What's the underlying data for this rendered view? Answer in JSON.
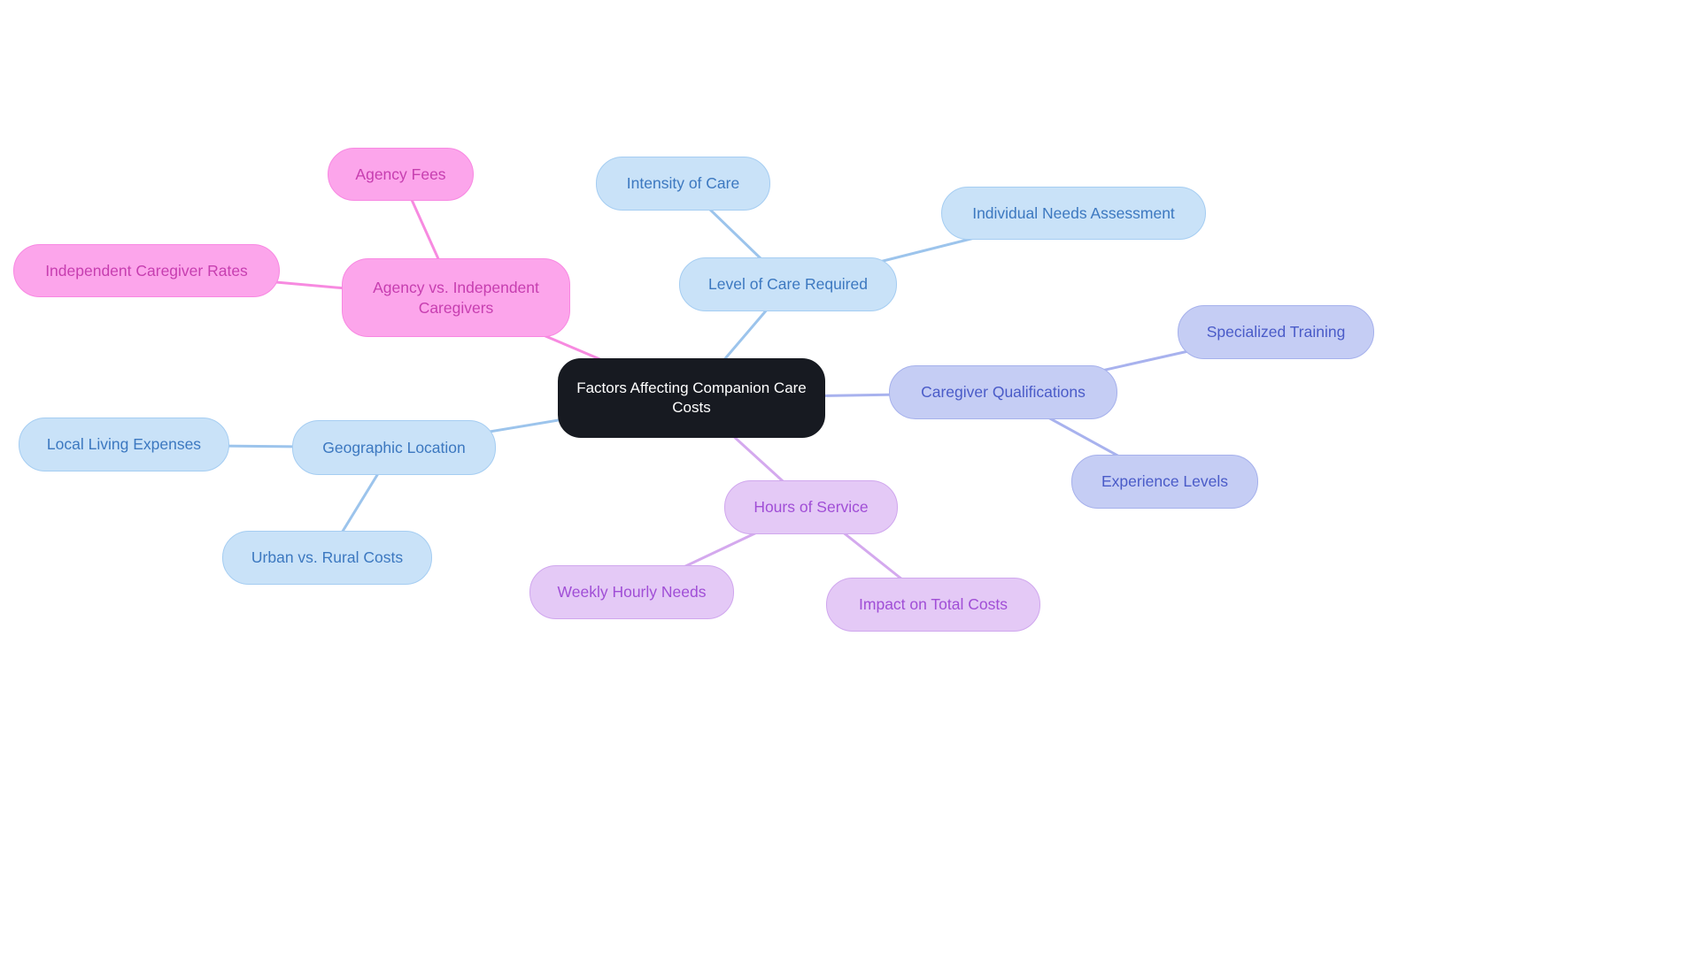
{
  "diagram": {
    "type": "mindmap",
    "central": {
      "label": "Factors Affecting Companion Care Costs"
    },
    "branches": [
      {
        "name": "agency-vs-independent",
        "label": "Agency vs. Independent Caregivers",
        "fill": "#fca5eb",
        "border": "#f888e2",
        "text_color": "#c73eb0",
        "edge_color": "#f78ae0",
        "children": [
          {
            "label": "Agency Fees"
          },
          {
            "label": "Independent Caregiver Rates"
          }
        ]
      },
      {
        "name": "level-of-care",
        "label": "Level of Care Required",
        "fill": "#c9e2f8",
        "border": "#a5cdf2",
        "text_color": "#3c78c0",
        "edge_color": "#9cc4ec",
        "children": [
          {
            "label": "Intensity of Care"
          },
          {
            "label": "Individual Needs Assessment"
          }
        ]
      },
      {
        "name": "caregiver-qualifications",
        "label": "Caregiver Qualifications",
        "fill": "#c5cdf4",
        "border": "#a6b1ec",
        "text_color": "#4a5bc8",
        "edge_color": "#a8b2ee",
        "children": [
          {
            "label": "Specialized Training"
          },
          {
            "label": "Experience Levels"
          }
        ]
      },
      {
        "name": "geographic-location",
        "label": "Geographic Location",
        "fill": "#c9e2f8",
        "border": "#a5cdf2",
        "text_color": "#3c78c0",
        "edge_color": "#9cc4ec",
        "children": [
          {
            "label": "Local Living Expenses"
          },
          {
            "label": "Urban vs. Rural Costs"
          }
        ]
      },
      {
        "name": "hours-of-service",
        "label": "Hours of Service",
        "fill": "#e4c9f6",
        "border": "#d0a7ee",
        "text_color": "#a04ed6",
        "edge_color": "#d4a9ee",
        "children": [
          {
            "label": "Weekly Hourly Needs"
          },
          {
            "label": "Impact on Total Costs"
          }
        ]
      }
    ]
  }
}
